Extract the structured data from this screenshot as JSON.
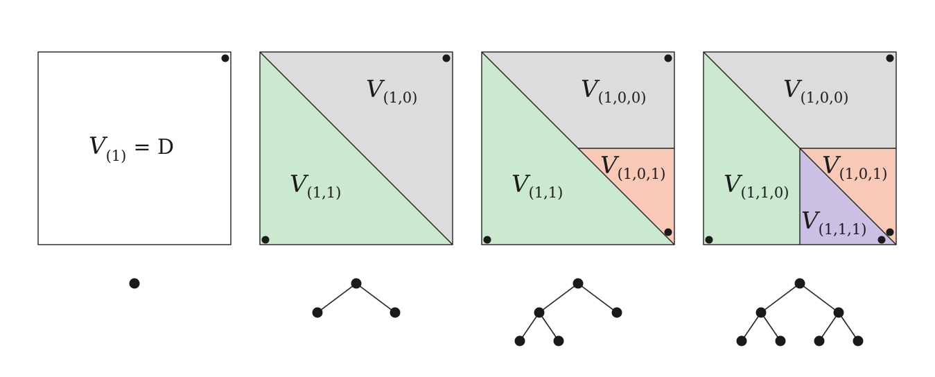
{
  "colors": {
    "gray": "#dcdcdc",
    "green": "#cbe9cf",
    "salmon": "#f9c9b8",
    "lavender": "#cbbfe3",
    "ink": "#1a1a1a"
  },
  "panels": [
    {
      "labels": [
        {
          "cal": "V",
          "sub": "(1)",
          "suffix": "= D"
        }
      ]
    },
    {
      "labels": [
        {
          "cal": "V",
          "sub": "(1,0)",
          "suffix": ""
        },
        {
          "cal": "V",
          "sub": "(1,1)",
          "suffix": ""
        }
      ]
    },
    {
      "labels": [
        {
          "cal": "V",
          "sub": "(1,0,0)",
          "suffix": ""
        },
        {
          "cal": "V",
          "sub": "(1,0,1)",
          "suffix": ""
        },
        {
          "cal": "V",
          "sub": "(1,1)",
          "suffix": ""
        }
      ]
    },
    {
      "labels": [
        {
          "cal": "V",
          "sub": "(1,0,0)",
          "suffix": ""
        },
        {
          "cal": "V",
          "sub": "(1,0,1)",
          "suffix": ""
        },
        {
          "cal": "V",
          "sub": "(1,1,0)",
          "suffix": ""
        },
        {
          "cal": "V",
          "sub": "(1,1,1)",
          "suffix": ""
        }
      ]
    }
  ],
  "trees": [
    {
      "depth": 0,
      "leaves": 1
    },
    {
      "depth": 1,
      "leaves": 2
    },
    {
      "depth": 2,
      "leaves": 3
    },
    {
      "depth": 2,
      "leaves": 4
    }
  ]
}
